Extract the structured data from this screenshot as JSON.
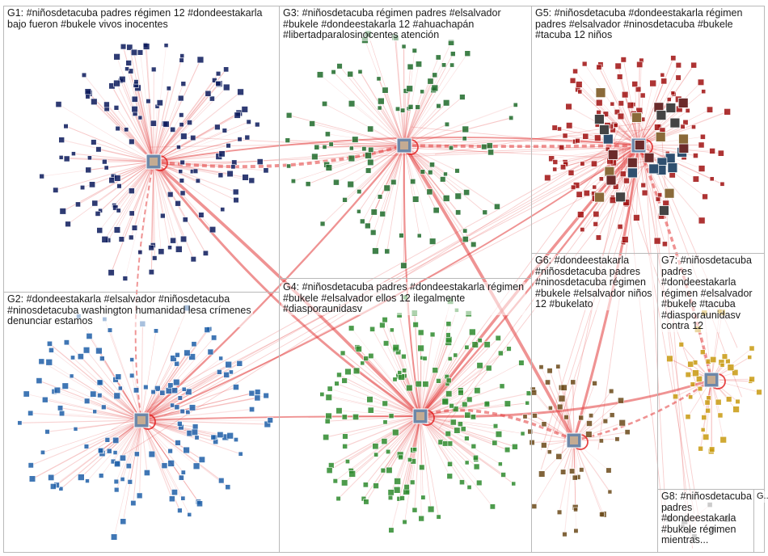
{
  "groups": [
    {
      "id": "G1",
      "label": "G1: #niñosdetacuba padres régimen 12 #dondeestakarla\nbajo fueron #bukele vivos inocentes",
      "color": "#0b1a5c"
    },
    {
      "id": "G2",
      "label": "G2: #dondeestakarla #elsalvador #niñosdetacuba\n#ninosdetacuba washington humanidad lesa crímenes\ndenunciar estamos",
      "color": "#1f5fa8"
    },
    {
      "id": "G3",
      "label": "G3: #niñosdetacuba régimen padres #elsalvador\n#bukele #dondeestakarla 12 #ahuachapán\n#libertadparalosinocentes atención",
      "color": "#1e6b2a"
    },
    {
      "id": "G4",
      "label": "G4: #niñosdetacuba padres #dondeestakarla régimen\n#bukele #elsalvador ellos 12 ilegalmente\n#diasporaunidasv",
      "color": "#2e8b2e"
    },
    {
      "id": "G5",
      "label": "G5: #niñosdetacuba #dondeestakarla régimen\npadres #elsalvador #ninosdetacuba #bukele\n#tacuba 12 niños",
      "color": "#a01010"
    },
    {
      "id": "G6",
      "label": "G6: #dondeestakarla\n#niñosdetacuba padres\n#ninosdetacuba régimen\n#bukele #elsalvador niños\n12 #bukelato",
      "color": "#6b4a1a"
    },
    {
      "id": "G7",
      "label": "G7: #niñosdetacuba\npadres\n#dondeestakarla\nrégimen #elsalvador\n#bukele #tacuba\n#diasporaunidasv\ncontra 12",
      "color": "#c89a10"
    },
    {
      "id": "G8",
      "label": "G8: #niñosdetacuba\npadres\n#dondeestakarla\n#bukele régimen\nmientras...",
      "color": "#7a7a7a"
    },
    {
      "id": "G9",
      "label": "G...",
      "color": "#7a7a7a"
    }
  ],
  "edge_color": "#e23a3a",
  "hub_ring_color": "#e01818"
}
